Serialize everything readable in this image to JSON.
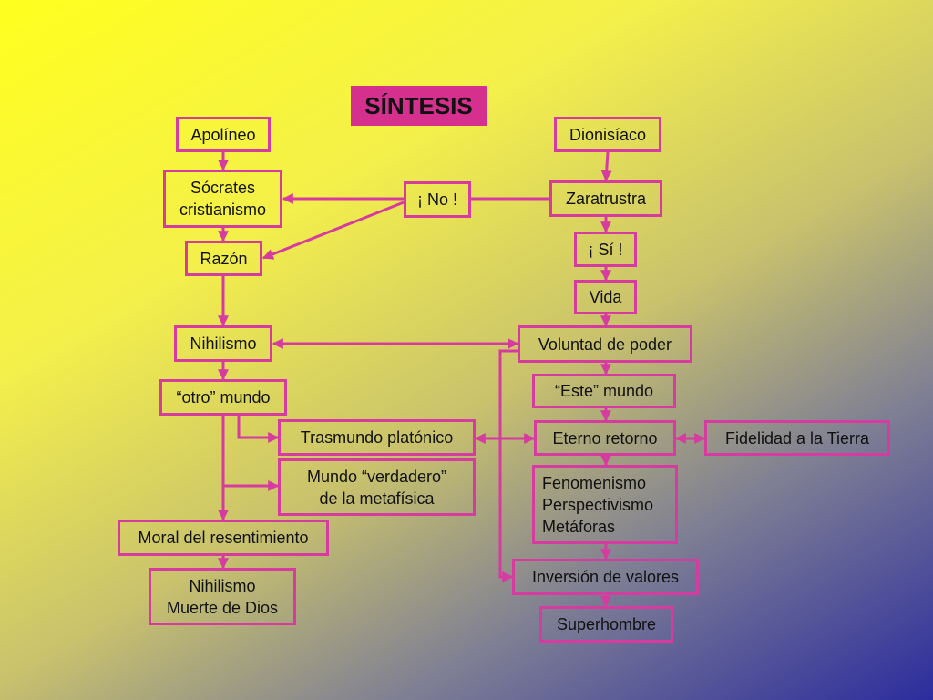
{
  "title": "SÍNTESIS",
  "colors": {
    "line": "#d63b9f",
    "title_bg": "#d6308f"
  },
  "nodes": {
    "apolineo": "Apolíneo",
    "socrates": "Sócrates\ncristianismo",
    "razon": "Razón",
    "nihilismo": "Nihilismo",
    "otro_mundo": "“otro” mundo",
    "trasmundo": "Trasmundo platónico",
    "mundo_verdadero": "Mundo “verdadero”\nde la metafísica",
    "moral": "Moral del resentimiento",
    "nihilismo_muerte": "Nihilismo\nMuerte de Dios",
    "no": "¡ No !",
    "dionisiaco": "Dionisíaco",
    "zaratustra": "Zaratrustra",
    "si": "¡ Sí !",
    "vida": "Vida",
    "voluntad": "Voluntad de poder",
    "este_mundo": "“Este” mundo",
    "eterno": "Eterno retorno",
    "fidelidad": "Fidelidad a la Tierra",
    "fenomenismo": "Fenomenismo\nPerspectivismo\nMetáforas",
    "inversion": "Inversión de valores",
    "superhombre": "Superhombre"
  }
}
